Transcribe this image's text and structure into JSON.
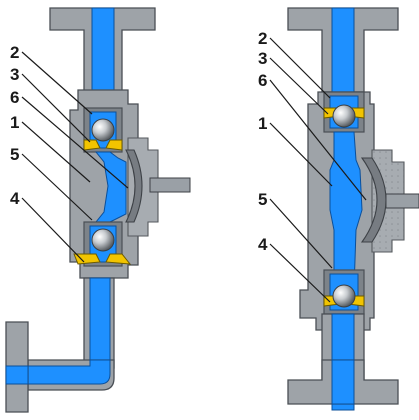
{
  "callouts_left": {
    "label_2": "2",
    "label_3": "3",
    "label_6": "6",
    "label_1": "1",
    "label_5": "5",
    "label_4": "4"
  },
  "callouts_right": {
    "label_2": "2",
    "label_3": "3",
    "label_6": "6",
    "label_1": "1",
    "label_5": "5",
    "label_4": "4"
  },
  "colors": {
    "steel": "#9ea3a8",
    "fluid": "#1e90ff",
    "seal": "#f2c400",
    "outline": "#4a4f55"
  }
}
